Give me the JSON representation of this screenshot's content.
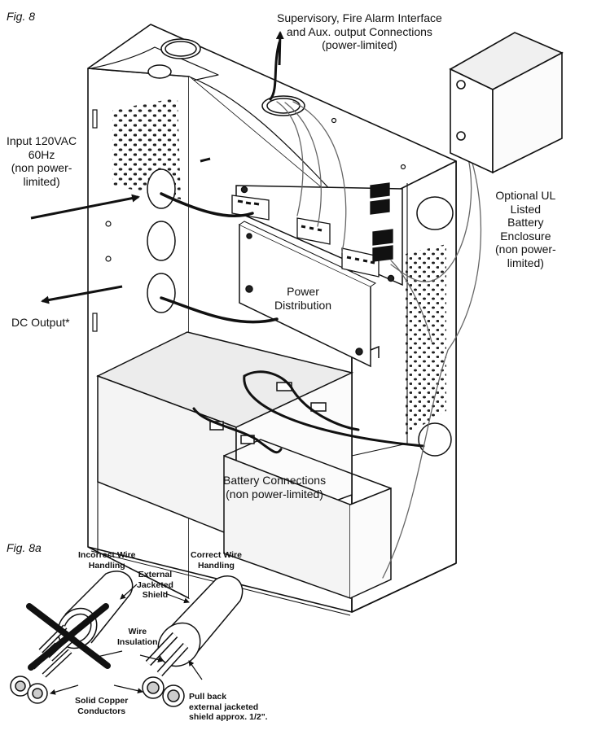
{
  "figure_8": {
    "label": "Fig. 8",
    "supervisory": [
      "Supervisory, Fire Alarm Interface",
      "and Aux. output Connections",
      "(power-limited)"
    ],
    "input": [
      "Input 120VAC",
      "60Hz",
      "(non power-",
      "limited)"
    ],
    "dc_output": "DC Output*",
    "power_distribution": [
      "Power",
      "Distribution"
    ],
    "battery_connections": [
      "Battery Connections",
      "(non power-limited)"
    ],
    "battery_enclosure": [
      "Optional UL",
      "Listed",
      "Battery",
      "Enclosure",
      "(non power-",
      "limited)"
    ]
  },
  "figure_8a": {
    "label": "Fig. 8a",
    "incorrect": [
      "Incorrect Wire",
      "Handling"
    ],
    "correct": [
      "Correct Wire",
      "Handling"
    ],
    "external_shield": [
      "External",
      "Jacketed",
      "Shield"
    ],
    "wire_insulation": [
      "Wire",
      "Insulation"
    ],
    "solid_copper": [
      "Solid Copper",
      "Conductors"
    ],
    "pull_back": [
      "Pull back",
      "external jacketed",
      "shield approx. 1/2\"."
    ]
  },
  "colors": {
    "line": "#111111",
    "panel": "#ffffff",
    "shade": "#e6e6e6"
  }
}
